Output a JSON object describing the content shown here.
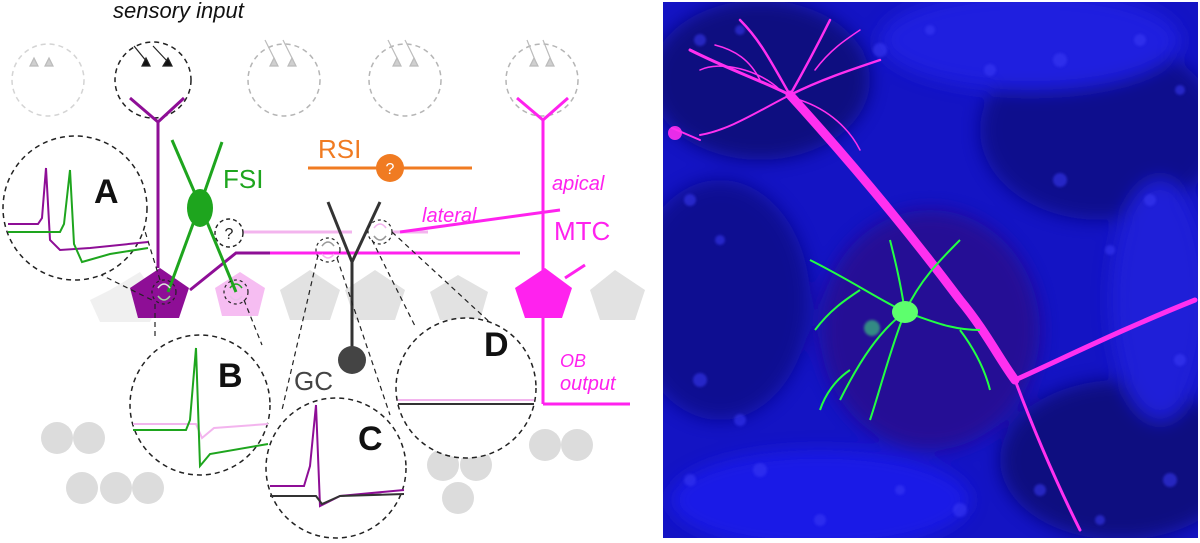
{
  "diagram": {
    "top_label": "sensory input",
    "cells": {
      "fsi": "FSI",
      "rsi": "RSI",
      "rsi_marker": "?",
      "unknown_marker": "?",
      "mtc": "MTC",
      "gc": "GC"
    },
    "dendrites": {
      "apical": "apical",
      "lateral": "lateral"
    },
    "output": {
      "line1": "OB",
      "line2": "output"
    },
    "insets": [
      "A",
      "B",
      "C",
      "D"
    ],
    "colors": {
      "mtc": "#ff22ee",
      "mtc_dark": "#8e0e96",
      "mtc_light": "#f3b4ee",
      "fsi": "#1ea51e",
      "rsi": "#f07b22",
      "gc": "#333333",
      "neutral": "#d9d9d9",
      "image_background": "#1212c8"
    }
  },
  "micrograph": {
    "description_hidden": false
  }
}
